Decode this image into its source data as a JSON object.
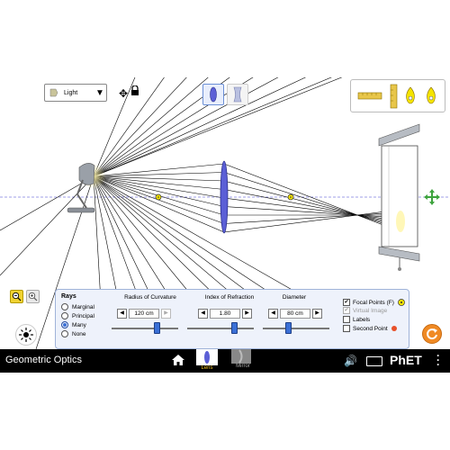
{
  "toolbar": {
    "source_dropdown_value": "Light",
    "lens_toggle": "lens",
    "mirror_toggle": "mirror"
  },
  "icons": [
    "light-bulb-icon",
    "move-arrows-icon",
    "lock-icon",
    "convex-lens-icon",
    "concave-lens-icon",
    "ruler-horizontal-icon",
    "ruler-vertical-icon",
    "probe-icon",
    "zoom-out-icon",
    "zoom-in-icon",
    "brightness-icon",
    "reset-icon",
    "home-icon",
    "sound-icon",
    "keyboard-icon",
    "menu-icon"
  ],
  "controls": {
    "rays_title": "Rays",
    "rays_options": [
      "Marginal",
      "Principal",
      "Many",
      "None"
    ],
    "rays_selected": "Many",
    "radius_title": "Radius of Curvature",
    "radius_value": "120 cm",
    "radius_level": 0.68,
    "index_title": "Index of Refraction",
    "index_value": "1.80",
    "index_level": 0.7,
    "diameter_title": "Diameter",
    "diameter_value": "80 cm",
    "diameter_level": 0.38,
    "focal_points_label": "Focal Points (F)",
    "focal_points_checked": true,
    "virtual_image_label": "Virtual Image",
    "virtual_image_checked": true,
    "virtual_image_disabled": true,
    "labels_label": "Labels",
    "labels_checked": false,
    "second_point_label": "Second Point",
    "second_point_checked": false
  },
  "navbar": {
    "title": "Geometric Optics",
    "screens": [
      {
        "label": "Lens",
        "selected": true
      },
      {
        "label": "Mirror",
        "selected": false
      }
    ],
    "brand": "PhET"
  },
  "colors": {
    "lens": "#5b5fd6",
    "focal_point": "#f5e400",
    "axis": "#8080e0",
    "nav_bg": "#000000",
    "selected_screen": "#f0c020",
    "panel_bg": "#eef2fb",
    "reset": "#f08a24"
  }
}
